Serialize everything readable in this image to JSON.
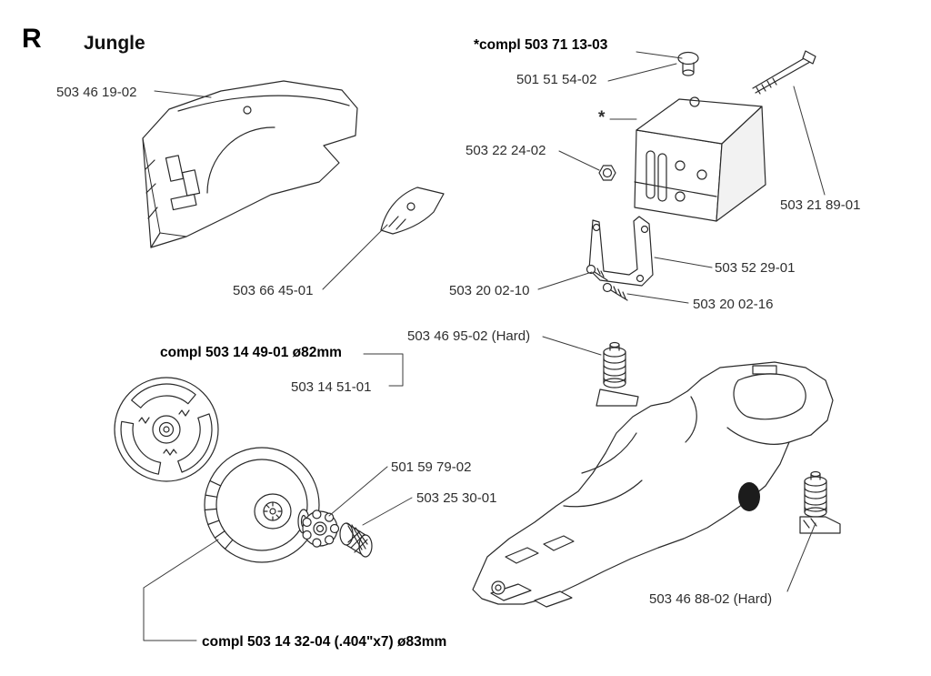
{
  "header": {
    "section": "R",
    "title": "Jungle"
  },
  "ink_color": "#2a2a2a",
  "labels": [
    {
      "text": "503 46 19-02"
    },
    {
      "text": "*compl 503 71 13-03"
    },
    {
      "text": "501 51 54-02"
    },
    {
      "text": "503 22 24-02"
    },
    {
      "text": "503 21 89-01"
    },
    {
      "text": "503 52 29-01"
    },
    {
      "text": "503 20 02-10"
    },
    {
      "text": "503 20 02-16"
    },
    {
      "text": "503 66 45-01"
    },
    {
      "text": "503 46 95-02 (Hard)"
    },
    {
      "text": "compl 503 14 49-01 ø82mm"
    },
    {
      "text": "503 14 51-01"
    },
    {
      "text": "501 59 79-02"
    },
    {
      "text": "503 25 30-01"
    },
    {
      "text": "503 46 88-02 (Hard)"
    },
    {
      "text": "compl 503 14 32-04 (.404\"x7) ø83mm"
    },
    {
      "text": "*"
    }
  ]
}
